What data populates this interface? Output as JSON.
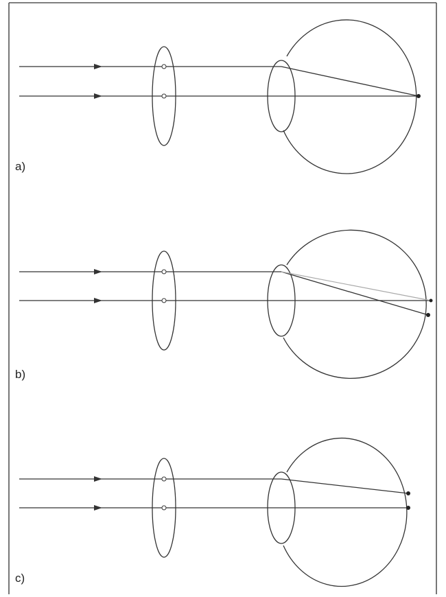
{
  "panels": [
    {
      "id": "a",
      "label": "a)"
    },
    {
      "id": "b",
      "label": "b)"
    },
    {
      "id": "c",
      "label": "c)"
    }
  ],
  "colors": {
    "line": "#333333",
    "faint_ray": "#aaaaaa"
  }
}
